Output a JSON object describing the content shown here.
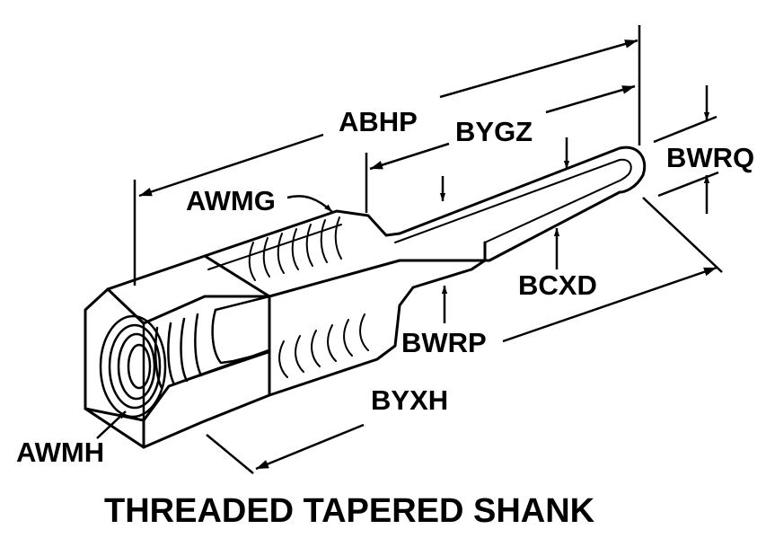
{
  "caption": "THREADED TAPERED SHANK",
  "labels": {
    "abhp": "ABHP",
    "bygz": "BYGZ",
    "bwrq": "BWRQ",
    "awmg": "AWMG",
    "bcxd": "BCXD",
    "bwrp": "BWRP",
    "byxh": "BYXH",
    "awmh": "AWMH"
  },
  "colors": {
    "ink": "#000000",
    "paper": "#ffffff"
  }
}
